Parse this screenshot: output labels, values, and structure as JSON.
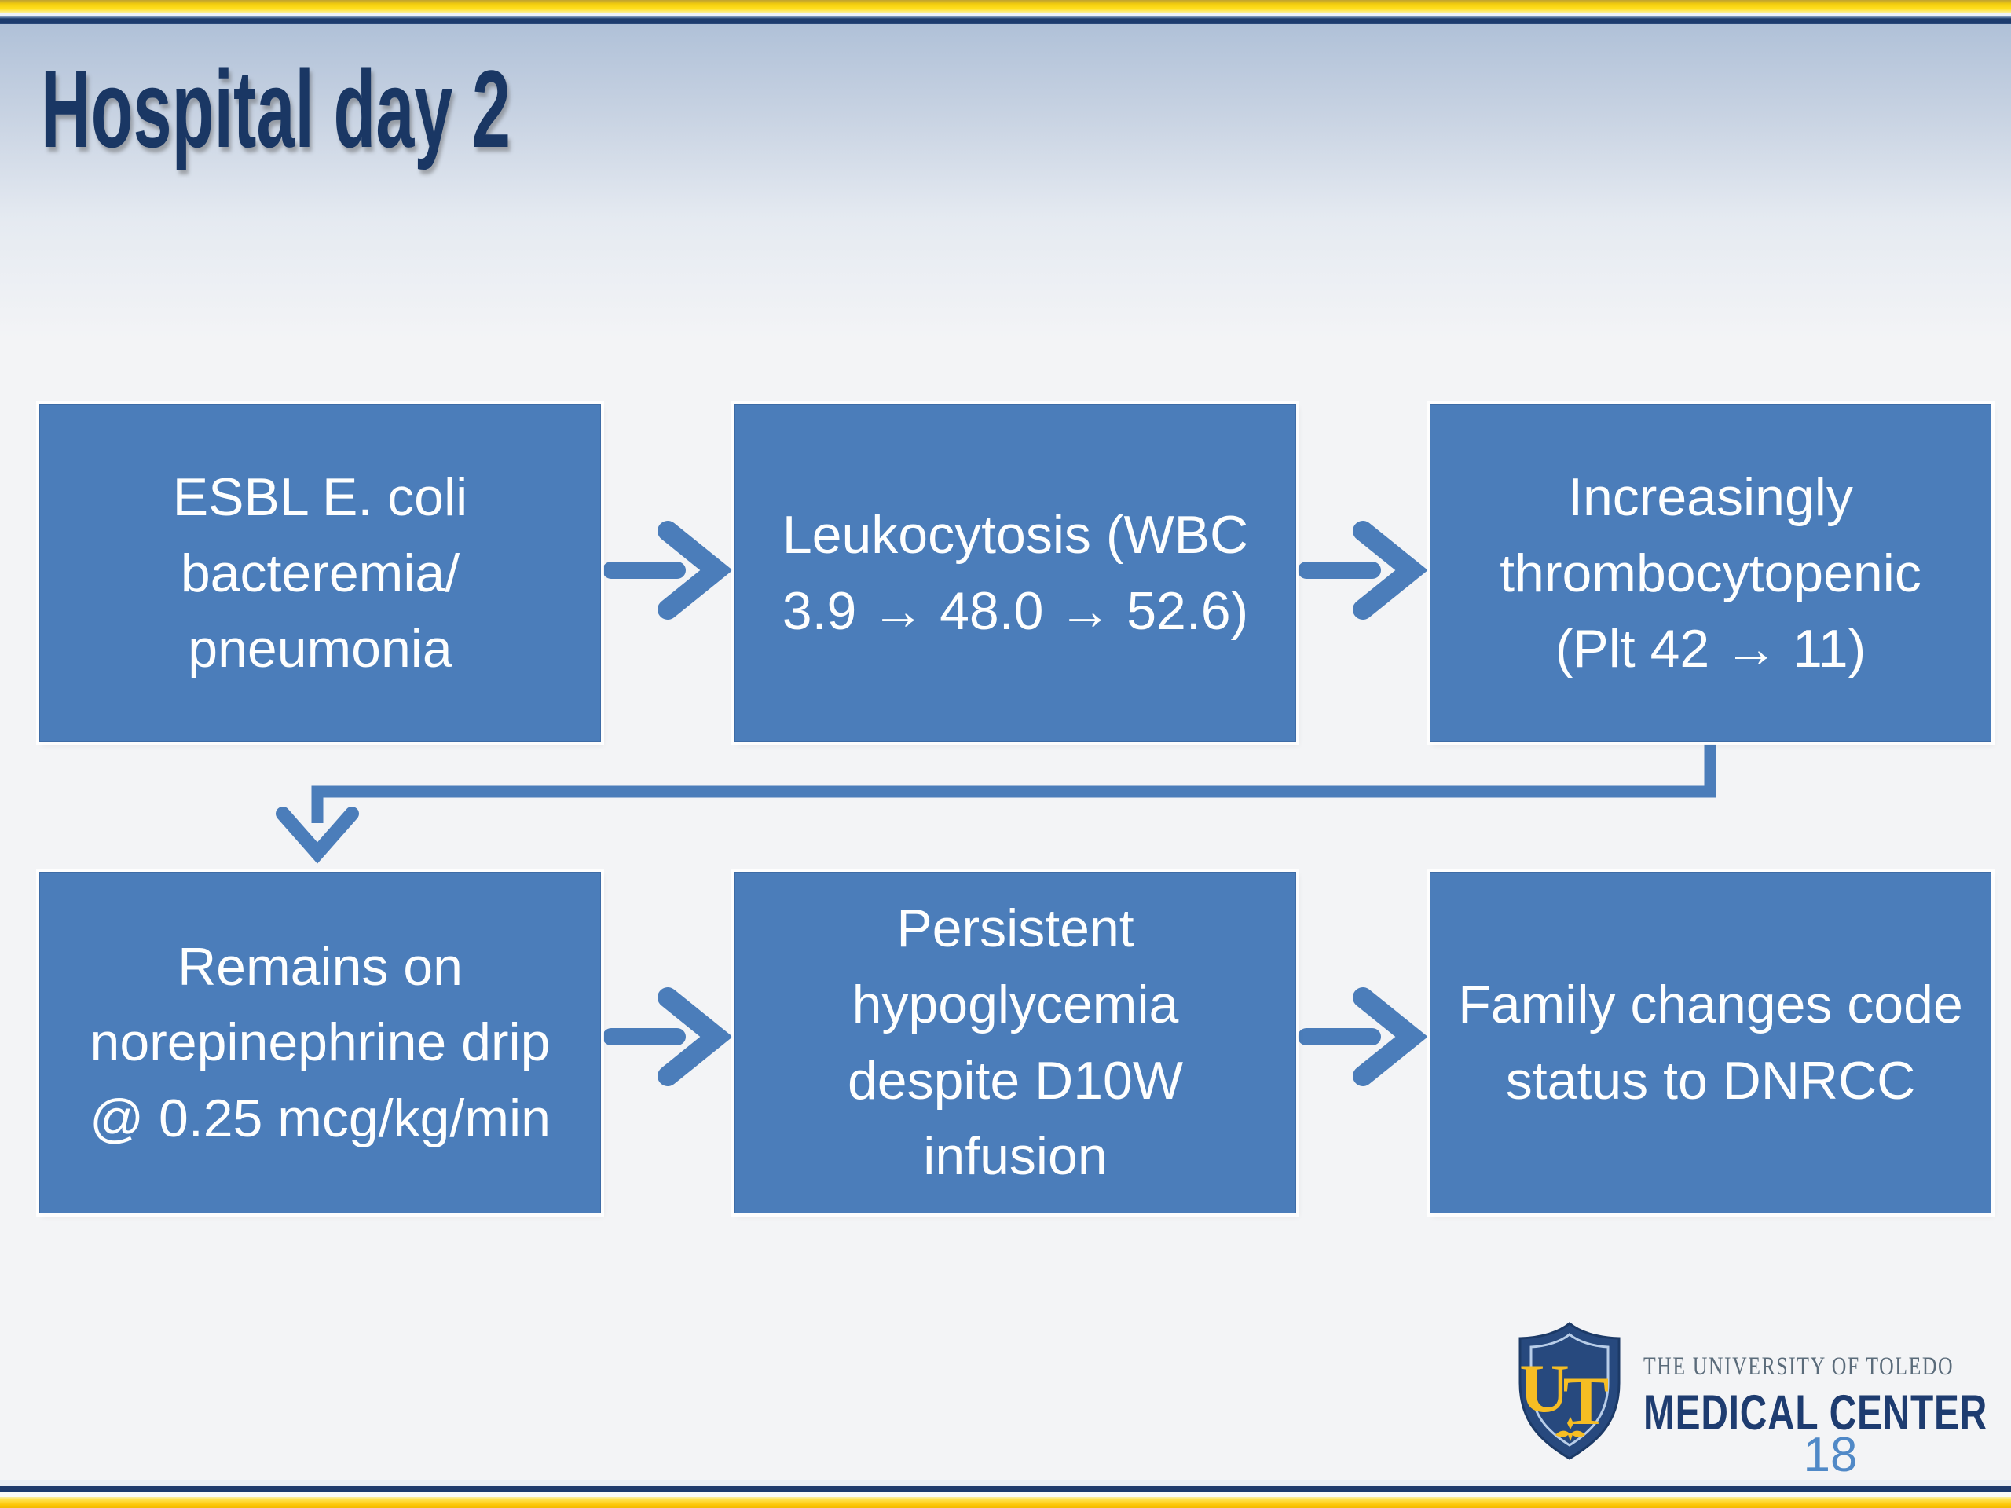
{
  "slide": {
    "title": "Hospital day 2",
    "page_number": "18",
    "background_color": "#f3f4f6",
    "accent_gold": "#FDC708",
    "accent_navy": "#1D3C6E",
    "title_color": "#1A3764"
  },
  "flowchart": {
    "box_color": "#4B7DBA",
    "box_text_color": "#FDFEFE",
    "connector_color": "#4B7DBA",
    "boxes": [
      {
        "id": "esbl-bacteremia",
        "text": "ESBL E. coli\nbacteremia/\npneumonia"
      },
      {
        "id": "leukocytosis",
        "text": "Leukocytosis (WBC\n3.9 → 48.0 → 52.6)"
      },
      {
        "id": "thrombocytopenia",
        "text": "Increasingly\nthrombocytopenic\n(Plt 42 → 11)"
      },
      {
        "id": "norepinephrine-drip",
        "text": "Remains on\nnorepinephrine drip\n@ 0.25 mcg/kg/min"
      },
      {
        "id": "hypoglycemia",
        "text": "Persistent\nhypoglycemia\ndespite D10W\ninfusion"
      },
      {
        "id": "code-status",
        "text": "Family changes code\nstatus to DNRCC"
      }
    ]
  },
  "logo": {
    "monogram_u": "U",
    "monogram_t": "T",
    "institution": "THE UNIVERSITY OF TOLEDO",
    "division": "MEDICAL CENTER",
    "shield_navy": "#27497E",
    "shield_gold": "#F6BD23"
  }
}
